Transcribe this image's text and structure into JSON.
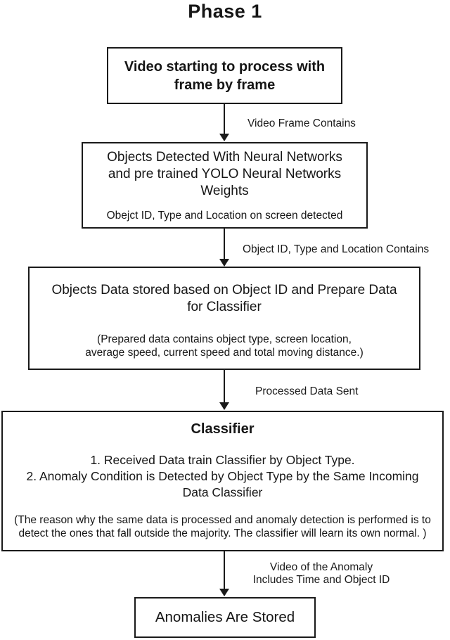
{
  "page": {
    "background_color": "#ffffff",
    "ink_color": "#1a1a1a"
  },
  "title": "Phase 1",
  "flow": {
    "box1": {
      "l1": "Video starting to process with",
      "l2": "frame by frame"
    },
    "edge1": {
      "label": "Video Frame Contains"
    },
    "box2": {
      "main": {
        "l1": "Objects Detected With Neural Networks",
        "l2": "and pre trained YOLO Neural Networks",
        "l3": "Weights"
      },
      "note": "Obejct ID, Type and Location on screen detected"
    },
    "edge2": {
      "label": "Object ID, Type and Location Contains"
    },
    "box3": {
      "main": {
        "l1": "Objects Data stored based on Object ID and Prepare Data",
        "l2": "for Classifier"
      },
      "note": {
        "l1": "(Prepared data contains object type, screen location,",
        "l2": "average speed, current speed and total moving distance.)"
      }
    },
    "edge3": {
      "label": "Processed Data Sent"
    },
    "box4": {
      "title": "Classifier",
      "items": {
        "l1": "1. Received Data train Classifier by Object Type.",
        "l2": "2. Anomaly Condition is Detected by Object Type by the Same Incoming",
        "l3": "Data Classifier"
      },
      "note": {
        "l1": "(The reason why the same data is processed and anomaly detection is performed is to",
        "l2": "detect the ones that fall outside the majority. The classifier will learn its own normal. )"
      }
    },
    "edge4": {
      "label_l1": "Video of the Anomaly",
      "label_l2": "Includes Time and Object ID"
    },
    "box5": {
      "text": "Anomalies Are Stored"
    }
  }
}
